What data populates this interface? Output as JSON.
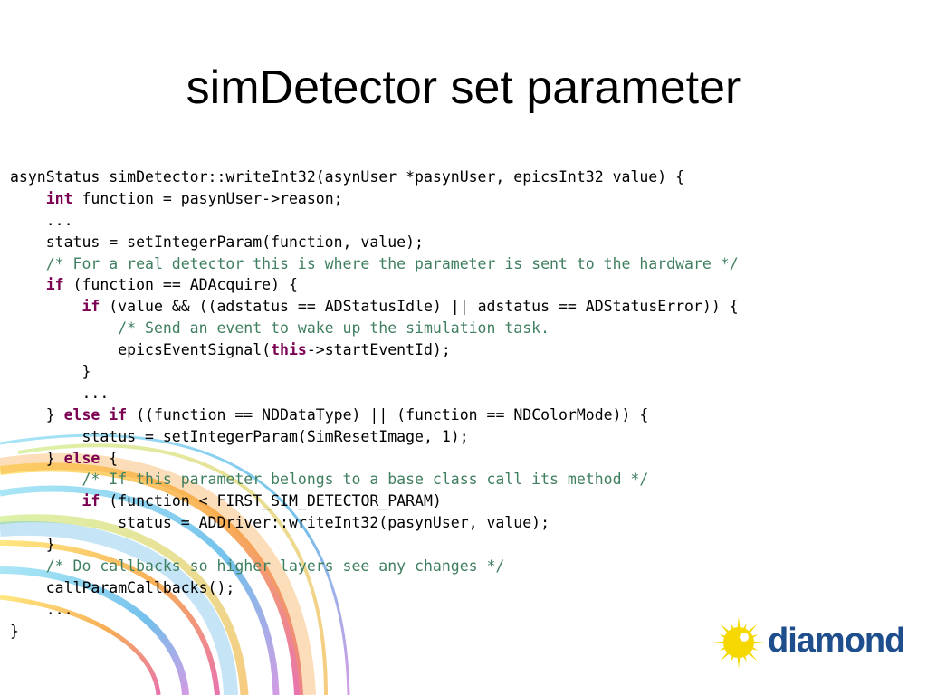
{
  "title": "simDetector set parameter",
  "code_lines": [
    [
      {
        "t": "asynStatus simDetector::writeInt32(asynUser *pasynUser, epicsInt32 value) {",
        "k": "n"
      }
    ],
    [
      {
        "t": "    ",
        "k": "n"
      },
      {
        "t": "int",
        "k": "kw"
      },
      {
        "t": " function = pasynUser->reason;",
        "k": "n"
      }
    ],
    [
      {
        "t": "    ...",
        "k": "n"
      }
    ],
    [
      {
        "t": "    status = setIntegerParam(function, value);",
        "k": "n"
      }
    ],
    [
      {
        "t": "    /* For a real detector this is where the parameter is sent to the hardware */",
        "k": "cm"
      }
    ],
    [
      {
        "t": "    ",
        "k": "n"
      },
      {
        "t": "if",
        "k": "kw"
      },
      {
        "t": " (function == ADAcquire) {",
        "k": "n"
      }
    ],
    [
      {
        "t": "        ",
        "k": "n"
      },
      {
        "t": "if",
        "k": "kw"
      },
      {
        "t": " (value && ((adstatus == ADStatusIdle) || adstatus == ADStatusError)) {",
        "k": "n"
      }
    ],
    [
      {
        "t": "            /* Send an event to wake up the simulation task.",
        "k": "cm"
      }
    ],
    [
      {
        "t": "            epicsEventSignal(",
        "k": "n"
      },
      {
        "t": "this",
        "k": "kw"
      },
      {
        "t": "->startEventId);",
        "k": "n"
      }
    ],
    [
      {
        "t": "        }",
        "k": "n"
      }
    ],
    [
      {
        "t": "        ...",
        "k": "n"
      }
    ],
    [
      {
        "t": "    } ",
        "k": "n"
      },
      {
        "t": "else",
        "k": "kw"
      },
      {
        "t": " ",
        "k": "n"
      },
      {
        "t": "if",
        "k": "kw"
      },
      {
        "t": " ((function == NDDataType) || (function == NDColorMode)) {",
        "k": "n"
      }
    ],
    [
      {
        "t": "        status = setIntegerParam(SimResetImage, 1);",
        "k": "n"
      }
    ],
    [
      {
        "t": "    } ",
        "k": "n"
      },
      {
        "t": "else",
        "k": "kw"
      },
      {
        "t": " {",
        "k": "n"
      }
    ],
    [
      {
        "t": "        /* If this parameter belongs to a base class call its method */",
        "k": "cm"
      }
    ],
    [
      {
        "t": "        ",
        "k": "n"
      },
      {
        "t": "if",
        "k": "kw"
      },
      {
        "t": " (function < FIRST_SIM_DETECTOR_PARAM)",
        "k": "n"
      }
    ],
    [
      {
        "t": "            status = ADDriver::writeInt32(pasynUser, value);",
        "k": "n"
      }
    ],
    [
      {
        "t": "    }",
        "k": "n"
      }
    ],
    [
      {
        "t": "    /* Do callbacks so higher layers see any changes */",
        "k": "cm"
      }
    ],
    [
      {
        "t": "    callParamCallbacks();",
        "k": "n"
      }
    ],
    [
      {
        "t": "    ...",
        "k": "n"
      }
    ],
    [
      {
        "t": "}",
        "k": "n"
      }
    ]
  ],
  "logo": {
    "text": "diamond",
    "icon": "starburst-icon",
    "colors": {
      "star": "#f5d800",
      "text": "#1f4e8c"
    }
  },
  "colors": {
    "keyword": "#7b0052",
    "comment": "#3f7f5f",
    "text": "#000000"
  }
}
